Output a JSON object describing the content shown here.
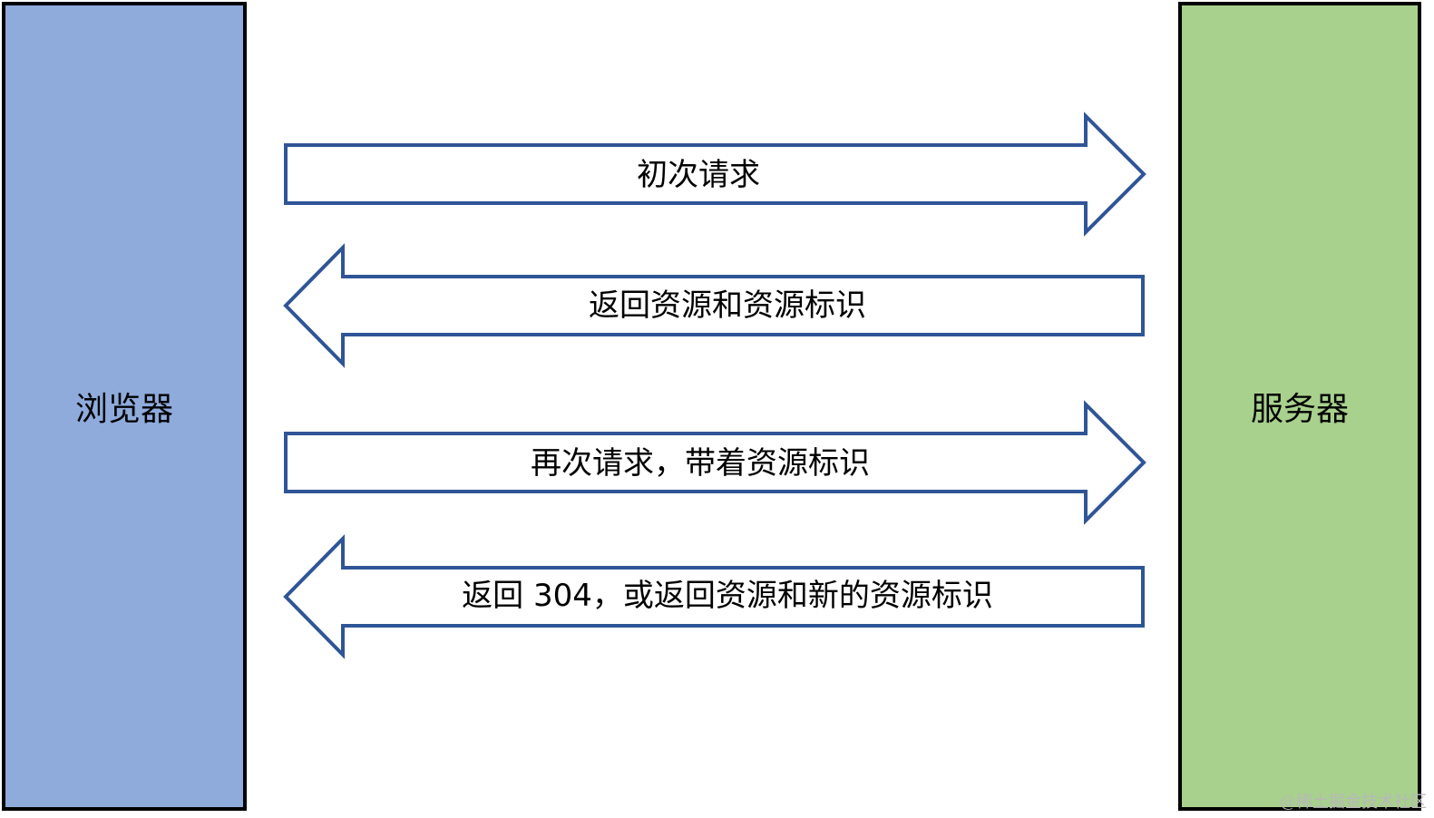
{
  "colors": {
    "browser_fill": "#8eabdc",
    "server_fill": "#a7d18c",
    "arrow_stroke": "#2f5597",
    "arrow_fill": "#ffffff",
    "border": "#000000"
  },
  "entities": {
    "browser": {
      "label": "浏览器"
    },
    "server": {
      "label": "服务器"
    }
  },
  "arrows": [
    {
      "direction": "to-server",
      "label": "初次请求"
    },
    {
      "direction": "to-browser",
      "label": "返回资源和资源标识"
    },
    {
      "direction": "to-server",
      "label": "再次请求，带着资源标识"
    },
    {
      "direction": "to-browser",
      "label": "返回 304，或返回资源和新的资源标识"
    }
  ],
  "watermark": "@稀土掘金技术社区"
}
